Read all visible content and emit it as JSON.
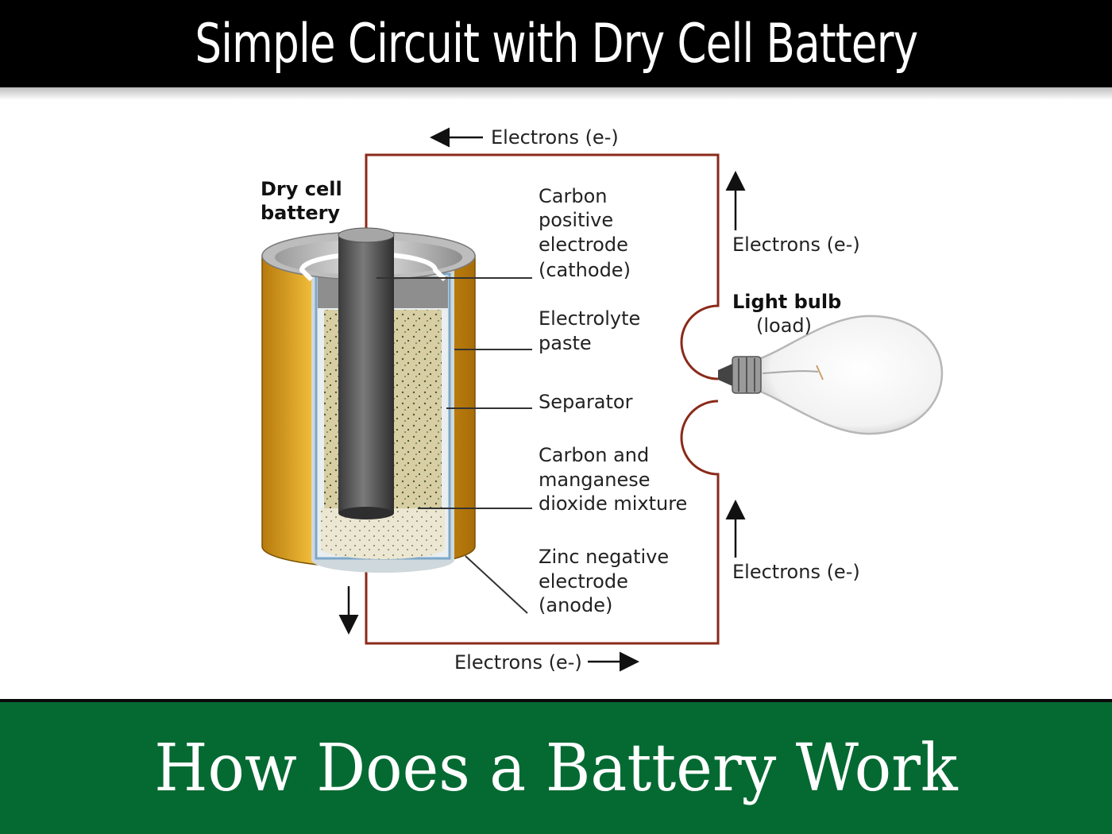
{
  "header": {
    "title": "Simple Circuit with Dry Cell Battery"
  },
  "footer": {
    "title": "How Does a Battery Work"
  },
  "diagram": {
    "battery_label": [
      "Dry cell",
      "battery"
    ],
    "cathode_label": [
      "Carbon",
      "positive",
      "electrode",
      "(cathode)"
    ],
    "electrolyte_label": [
      "Electrolyte",
      "paste"
    ],
    "separator_label": "Separator",
    "mixture_label": [
      "Carbon and",
      "manganese",
      "dioxide mixture"
    ],
    "anode_label": [
      "Zinc negative",
      "electrode",
      "(anode)"
    ],
    "bulb_label": [
      "Light bulb",
      "(load)"
    ],
    "electrons_top": "Electrons (e-)",
    "electrons_right_upper": "Electrons (e-)",
    "electrons_right_lower": "Electrons (e-)",
    "electrons_bottom": "Electrons (e-)",
    "colors": {
      "wire": "#8b2a1a",
      "casing": "#e8a81c",
      "electrode": "#555555",
      "paste": "#d9cfa6"
    }
  }
}
